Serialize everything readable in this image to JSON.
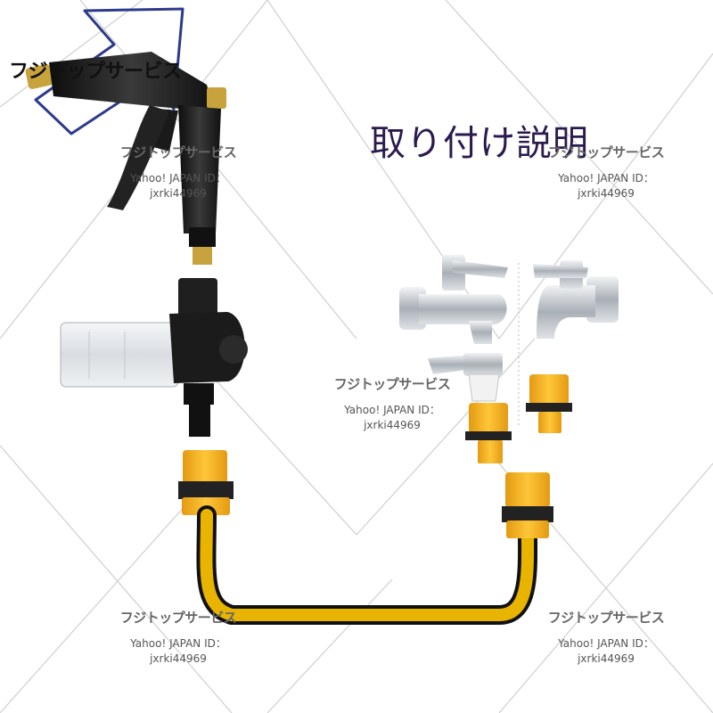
{
  "brand_badge": "フジトップサービス",
  "title": "取り付け説明",
  "watermarks": [
    {
      "name": "フジトップサービス",
      "id_label": "Yahoo! JAPAN ID：",
      "account": "jxrki44969"
    },
    {
      "name": "フジトップサービス",
      "id_label": "Yahoo! JAPAN ID：",
      "account": "jxrki44969"
    },
    {
      "name": "フジトップサービス",
      "id_label": "Yahoo! JAPAN ID：",
      "account": "jxrki44969"
    },
    {
      "name": "フジトップサービス",
      "id_label": "Yahoo! JAPAN ID：",
      "account": "jxrki44969"
    },
    {
      "name": "フジトップサービス",
      "id_label": "Yahoo! JAPAN ID：",
      "account": "jxrki44969"
    }
  ],
  "colors": {
    "title": "#2a1a4e",
    "connector_yellow": "#f5b01c",
    "hose_yellow": "#e8b400",
    "gun_black": "#1b1b1b",
    "brass": "#c8a23c",
    "chrome": "#b9bec4",
    "badge_blue": "#2d3a8c"
  }
}
